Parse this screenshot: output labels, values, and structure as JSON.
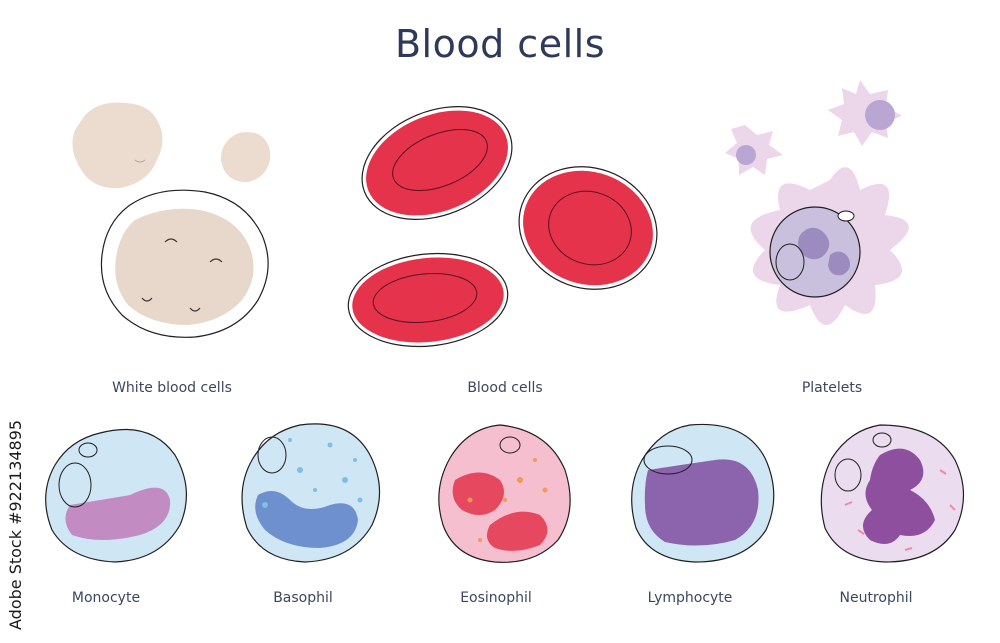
{
  "title": "Blood cells",
  "labels": {
    "white_blood_cells": "White blood cells",
    "blood_cells": "Blood cells",
    "platelets": "Platelets",
    "monocyte": "Monocyte",
    "basophil": "Basophil",
    "eosinophil": "Eosinophil",
    "lymphocyte": "Lymphocyte",
    "neutrophil": "Neutrophil"
  },
  "watermark_id": "#922134895",
  "watermark_brand": "Adobe Stock",
  "colors": {
    "title": "#2f3a5a",
    "red_cell": "#e5334b",
    "wbc_beige": "#e8d8cc",
    "platelet_lilac": "#ecd6ea",
    "cell_blue": "#cfe6f5",
    "eosinophil_pink": "#f6bfd0",
    "neutrophil_lilac": "#ecdcf0",
    "nucleus_purple": "#8e5aa8"
  }
}
